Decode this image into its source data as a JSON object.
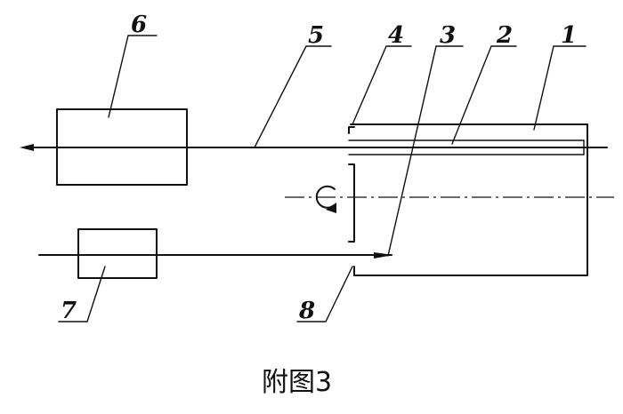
{
  "diagram": {
    "labels": {
      "l1": "1",
      "l2": "2",
      "l3": "3",
      "l4": "4",
      "l5": "5",
      "l6": "6",
      "l7": "7",
      "l8": "8"
    },
    "caption": "附图3"
  }
}
